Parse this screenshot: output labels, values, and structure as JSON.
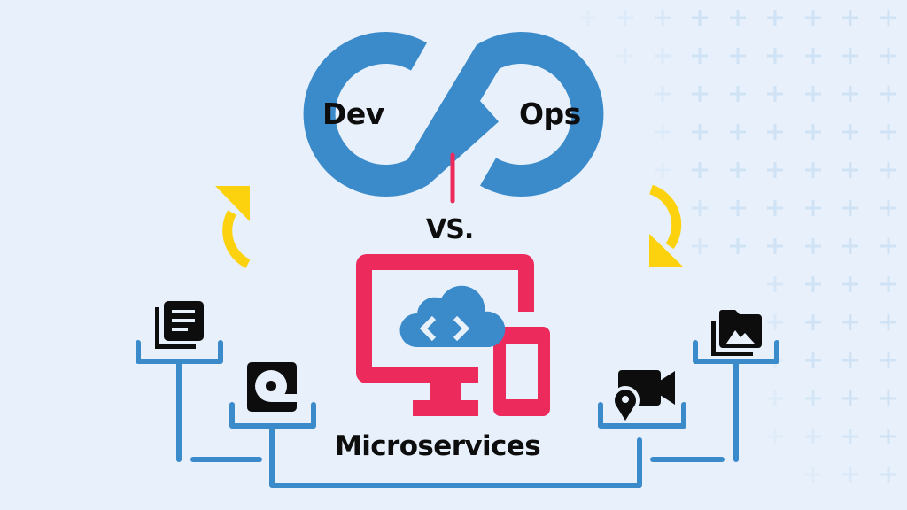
{
  "colors": {
    "background": "#e8f1fb",
    "infinity_blue": "#3b8bcb",
    "accent_pink": "#ec2a5c",
    "arrow_yellow": "#fbd20d",
    "icon_black": "#0d0d0d",
    "grid_plus": "#cfe2f5"
  },
  "devops": {
    "left_label": "Dev",
    "right_label": "Ops",
    "symbol": "infinity-loop"
  },
  "comparison": {
    "separator": "VS."
  },
  "microservices": {
    "label": "Microservices",
    "center_icon": "monitor-phone-cloud-code-icon"
  },
  "cycle_arrows": [
    {
      "position": "left",
      "direction": "up",
      "icon": "curved-arrow-up-icon"
    },
    {
      "position": "right",
      "direction": "down",
      "icon": "curved-arrow-down-icon"
    }
  ],
  "service_nodes": [
    {
      "position": "left-upper",
      "icon": "documents-stack-icon"
    },
    {
      "position": "left-lower",
      "icon": "disk-drive-icon"
    },
    {
      "position": "right-lower",
      "icon": "video-location-icon"
    },
    {
      "position": "right-upper",
      "icon": "image-folder-stack-icon"
    }
  ]
}
